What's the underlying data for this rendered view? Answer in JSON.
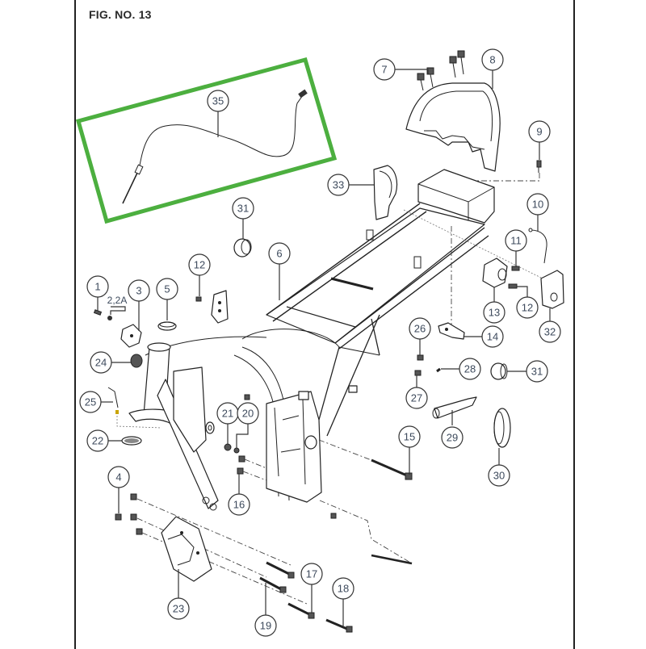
{
  "figure": {
    "title": "FIG. NO. 13",
    "highlight_color": "#4caf3f",
    "highlighted_part": "35"
  },
  "callouts": {
    "c1": "1",
    "c2": "2,2A",
    "c3": "3",
    "c4": "4",
    "c5": "5",
    "c6": "6",
    "c7": "7",
    "c8": "8",
    "c9": "9",
    "c10": "10",
    "c11": "11",
    "c12a": "12",
    "c12b": "12",
    "c13": "13",
    "c14": "14",
    "c15": "15",
    "c16": "16",
    "c17": "17",
    "c18": "18",
    "c19": "19",
    "c20": "20",
    "c21": "21",
    "c22": "22",
    "c23": "23",
    "c24": "24",
    "c25": "25",
    "c26": "26",
    "c27": "27",
    "c28": "28",
    "c29": "29",
    "c30": "30",
    "c31a": "31",
    "c31b": "31",
    "c32": "32",
    "c33": "33",
    "c35": "35"
  }
}
